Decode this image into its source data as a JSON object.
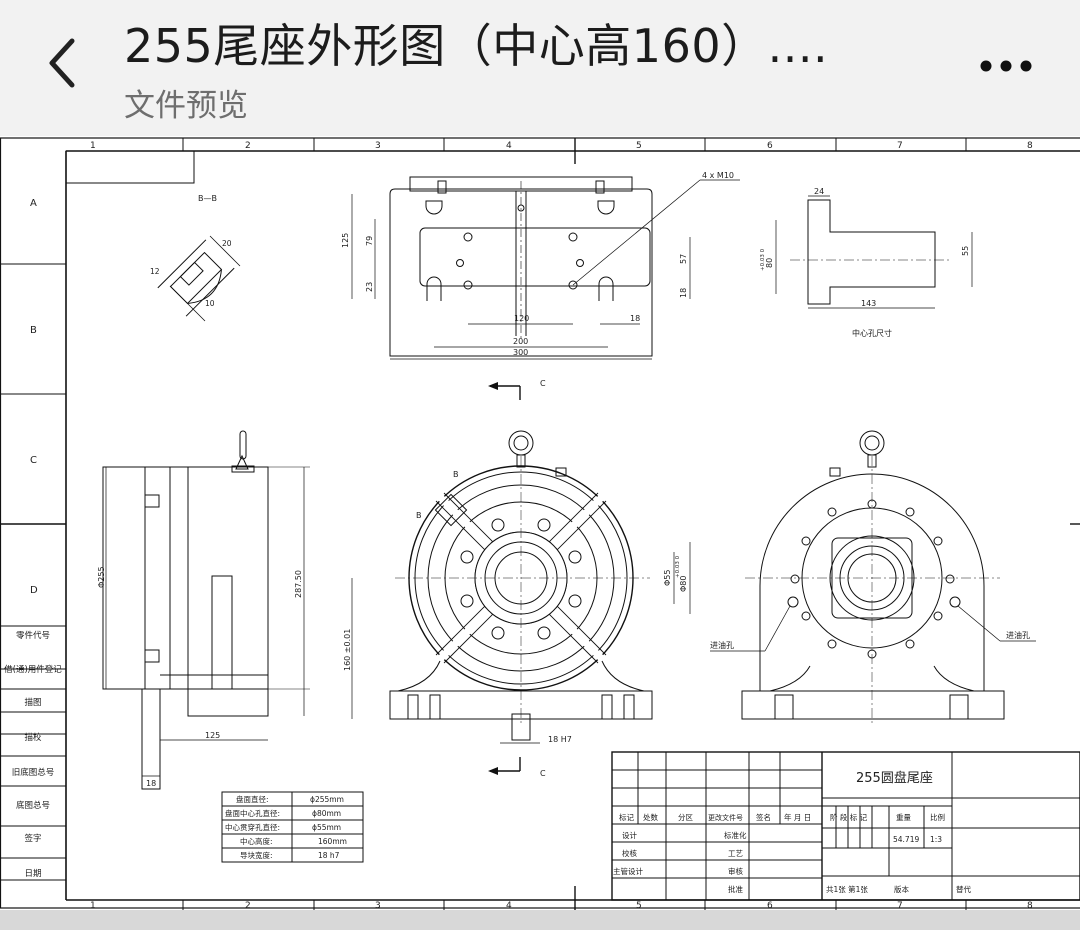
{
  "header": {
    "title": "255尾座外形图（中心高160）....",
    "subtitle": "文件预览"
  },
  "icons": {
    "back": "chevron-left-icon",
    "more": "more-dots-icon"
  },
  "drawing": {
    "col_numbers": [
      "1",
      "2",
      "3",
      "4",
      "5",
      "6",
      "7",
      "8"
    ],
    "row_letters": [
      "A",
      "B",
      "C",
      "D"
    ],
    "left_strip_labels": [
      "零件代号",
      "借(通)用件登记",
      "描图",
      "描校",
      "旧底图总号",
      "底图总号",
      "签字",
      "日期"
    ],
    "section_label": "B—B",
    "view_marker": "C",
    "section_marker": "B",
    "hole_callout": "4 x  M10",
    "center_hole_caption": "中心孔尺寸",
    "oil_label_1": "进油孔",
    "oil_label_2": "进油孔",
    "dims_top": {
      "d125": "125",
      "d79": "79",
      "d23": "23",
      "d57": "57",
      "d18a": "18",
      "d120": "120",
      "d18b": "18",
      "d200": "200",
      "d300": "300"
    },
    "dims_center_hole": {
      "d24": "24",
      "d80": "80",
      "tol": "+0.03 0",
      "d55": "55",
      "d143": "143"
    },
    "dims_side": {
      "d255": "Φ255",
      "d125": "125",
      "d18": "18",
      "d287": "287.50"
    },
    "dims_front": {
      "d160": "160 ±0.01",
      "d55": "Φ55",
      "d80": "Φ80",
      "tol": "+0.03 0",
      "key": "18 H7"
    },
    "dims_section": {
      "d12": "12",
      "d20": "20",
      "d10": "10"
    },
    "spec_table": [
      [
        "盘面直径:",
        "ϕ255mm"
      ],
      [
        "盘面中心孔直径:",
        "ϕ80mm"
      ],
      [
        "中心贯穿孔直径:",
        "ϕ55mm"
      ],
      [
        "中心高度:",
        "160mm"
      ],
      [
        "导块宽度:",
        "18 h7"
      ]
    ],
    "title_block": {
      "part_name": "255圆盘尾座",
      "headers": [
        "标记",
        "处数",
        "分区",
        "更改文件号",
        "签名",
        "年 月 日"
      ],
      "stage_label": "阶 段 标 记",
      "weight_label": "重量",
      "scale_label": "比例",
      "weight_value": "54.719",
      "scale_value": "1:3",
      "roles_left": [
        "设计",
        "校核",
        "主管设计"
      ],
      "roles_mid": [
        "标准化",
        "工艺",
        "审核",
        "批准"
      ],
      "sheet_info": "共1张  第1张",
      "version_label": "版本",
      "replace_label": "替代"
    }
  }
}
